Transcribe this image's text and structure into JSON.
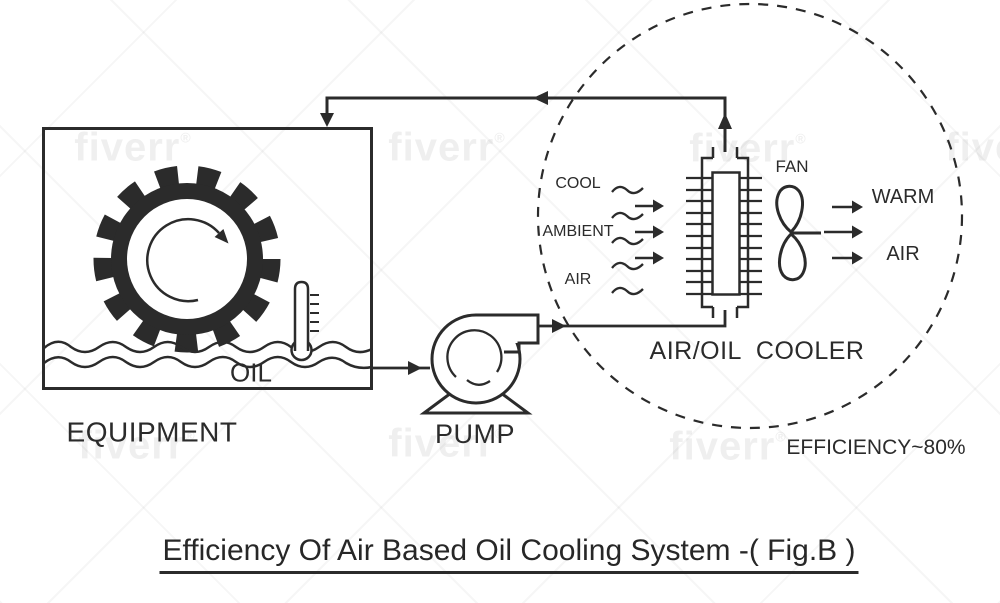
{
  "figure": {
    "title": "Efficiency Of Air Based Oil Cooling System -( Fig.B )"
  },
  "equipment": {
    "label": "EQUIPMENT",
    "oil_label": "OIL"
  },
  "pump": {
    "label": "PUMP"
  },
  "cooler": {
    "label": "AIR/OIL  COOLER",
    "fan_label": "FAN",
    "cool_air": [
      "COOL",
      "AMBIENT",
      "AIR"
    ],
    "warm_air": [
      "WARM",
      "AIR"
    ],
    "efficiency": "EFFICIENCY~80%"
  },
  "watermark": {
    "text": "fiverr",
    "reg": "®"
  },
  "colors": {
    "ink": "#2b2b2b",
    "background": "#ffffff"
  }
}
